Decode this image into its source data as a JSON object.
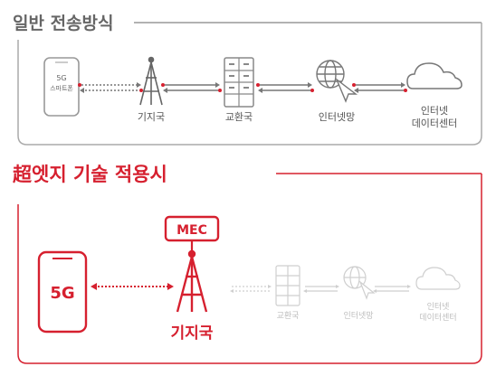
{
  "top_section": {
    "title": "일반 전송방식",
    "phone": {
      "line1": "5G",
      "line2": "스마트폰"
    },
    "tower_label": "기지국",
    "exchange_label": "교환국",
    "internet_label": "인터넷망",
    "datacenter_label": {
      "line1": "인터넷",
      "line2": "데이터센터"
    }
  },
  "bottom_section": {
    "title": "超엣지 기술 적용시",
    "mec_label": "MEC",
    "phone_label": "5G",
    "tower_label": "기지국",
    "exchange_label": "교환국",
    "internet_label": "인터넷망",
    "datacenter_label": {
      "line1": "인터넷",
      "line2": "데이터센터"
    }
  },
  "colors": {
    "accent_red": "#d6202f",
    "gray_line": "#9a9a9a",
    "gray_text": "#555555",
    "faded": "#cfcfcf"
  }
}
